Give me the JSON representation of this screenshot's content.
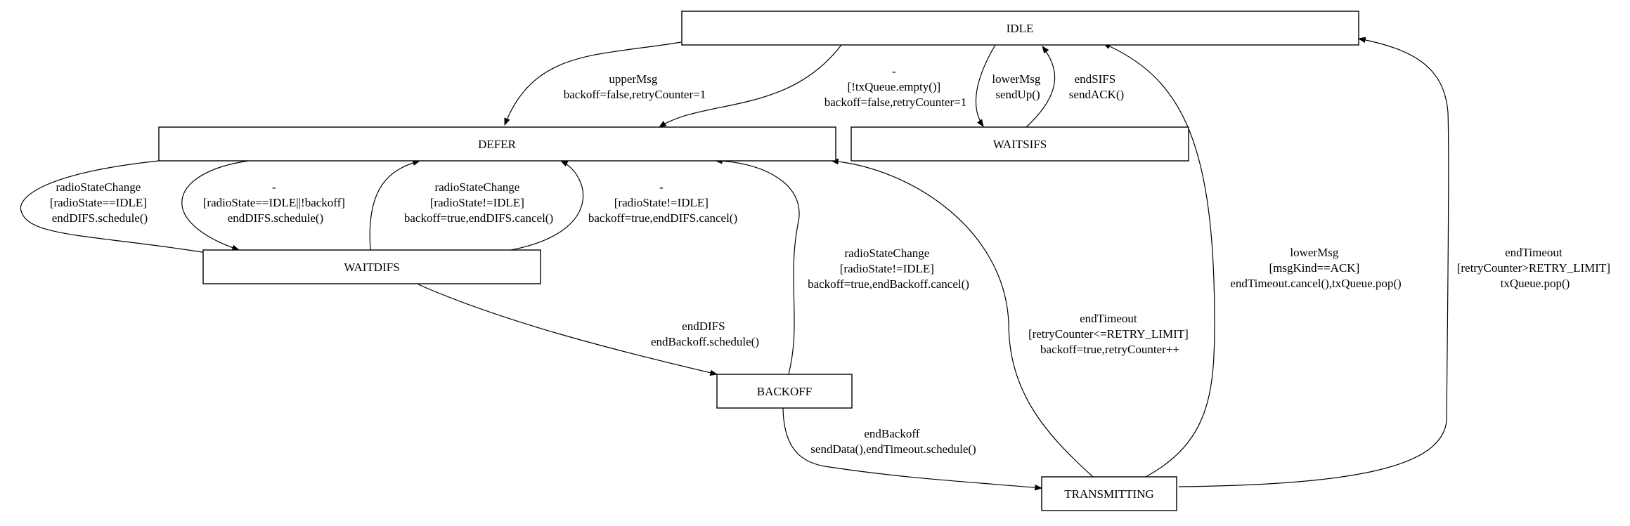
{
  "states": {
    "idle": "IDLE",
    "defer": "DEFER",
    "waitsifs": "WAITSIFS",
    "waitdifs": "WAITDIFS",
    "backoff": "BACKOFF",
    "transmitting": "TRANSMITTING"
  },
  "transitions": [
    {
      "from": "IDLE",
      "to": "DEFER",
      "lines": [
        "upperMsg",
        "backoff=false,retryCounter=1"
      ]
    },
    {
      "from": "IDLE",
      "to": "DEFER",
      "lines": [
        "-",
        "[!txQueue.empty()]",
        "backoff=false,retryCounter=1"
      ]
    },
    {
      "from": "IDLE",
      "to": "WAITSIFS",
      "lines": [
        "lowerMsg",
        "sendUp()"
      ]
    },
    {
      "from": "WAITSIFS",
      "to": "IDLE",
      "lines": [
        "endSIFS",
        "sendACK()"
      ]
    },
    {
      "from": "DEFER",
      "to": "WAITDIFS",
      "lines": [
        "radioStateChange",
        "[radioState==IDLE]",
        "endDIFS.schedule()"
      ]
    },
    {
      "from": "DEFER",
      "to": "WAITDIFS",
      "lines": [
        "-",
        "[radioState==IDLE||!backoff]",
        "endDIFS.schedule()"
      ]
    },
    {
      "from": "WAITDIFS",
      "to": "DEFER",
      "lines": [
        "radioStateChange",
        "[radioState!=IDLE]",
        "backoff=true,endDIFS.cancel()"
      ]
    },
    {
      "from": "WAITDIFS",
      "to": "DEFER",
      "lines": [
        "-",
        "[radioState!=IDLE]",
        "backoff=true,endDIFS.cancel()"
      ]
    },
    {
      "from": "BACKOFF",
      "to": "DEFER",
      "lines": [
        "radioStateChange",
        "[radioState!=IDLE]",
        "backoff=true,endBackoff.cancel()"
      ]
    },
    {
      "from": "WAITDIFS",
      "to": "BACKOFF",
      "lines": [
        "endDIFS",
        "endBackoff.schedule()"
      ]
    },
    {
      "from": "TRANSMITTING",
      "to": "DEFER",
      "lines": [
        "endTimeout",
        "[retryCounter<=RETRY_LIMIT]",
        "backoff=true,retryCounter++"
      ]
    },
    {
      "from": "TRANSMITTING",
      "to": "IDLE",
      "lines": [
        "lowerMsg",
        "[msgKind==ACK]",
        "endTimeout.cancel(),txQueue.pop()"
      ]
    },
    {
      "from": "TRANSMITTING",
      "to": "IDLE",
      "lines": [
        "endTimeout",
        "[retryCounter>RETRY_LIMIT]",
        "txQueue.pop()"
      ]
    },
    {
      "from": "BACKOFF",
      "to": "TRANSMITTING",
      "lines": [
        "endBackoff",
        "sendData(),endTimeout.schedule()"
      ]
    }
  ]
}
